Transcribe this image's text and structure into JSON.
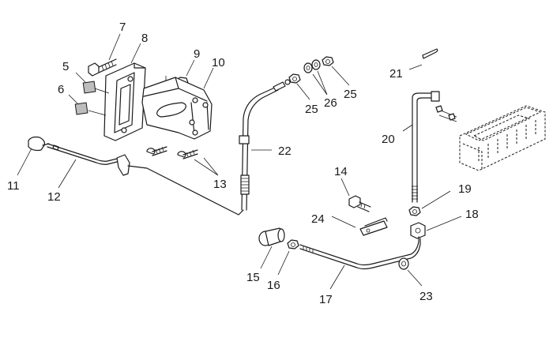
{
  "callouts": [
    {
      "id": "c7",
      "text": "7"
    },
    {
      "id": "c8",
      "text": "8"
    },
    {
      "id": "c9",
      "text": "9"
    },
    {
      "id": "c10",
      "text": "10"
    },
    {
      "id": "c5",
      "text": "5"
    },
    {
      "id": "c6",
      "text": "6"
    },
    {
      "id": "c11",
      "text": "11"
    },
    {
      "id": "c12",
      "text": "12"
    },
    {
      "id": "c13",
      "text": "13"
    },
    {
      "id": "c22",
      "text": "22"
    },
    {
      "id": "c25a",
      "text": "25"
    },
    {
      "id": "c26",
      "text": "26"
    },
    {
      "id": "c25b",
      "text": "25"
    },
    {
      "id": "c21",
      "text": "21"
    },
    {
      "id": "c20",
      "text": "20"
    },
    {
      "id": "c19",
      "text": "19"
    },
    {
      "id": "c18",
      "text": "18"
    },
    {
      "id": "c14",
      "text": "14"
    },
    {
      "id": "c24",
      "text": "24"
    },
    {
      "id": "c15",
      "text": "15"
    },
    {
      "id": "c16",
      "text": "16"
    },
    {
      "id": "c17",
      "text": "17"
    },
    {
      "id": "c23",
      "text": "23"
    }
  ]
}
